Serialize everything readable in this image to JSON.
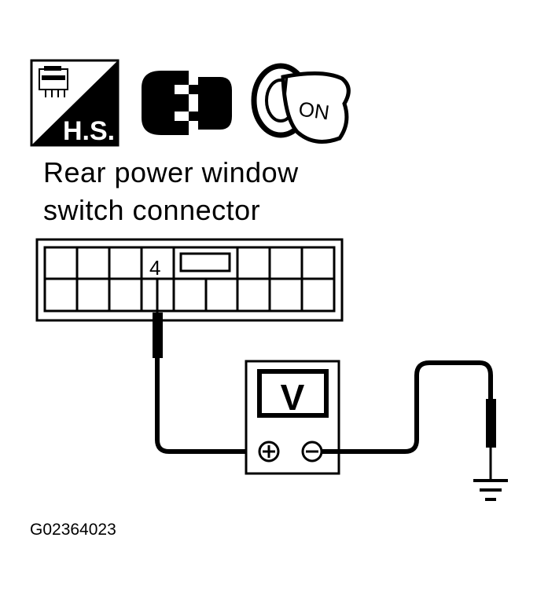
{
  "icons": {
    "harness_side_badge": "H.S.",
    "ignition_state": "ON"
  },
  "title": {
    "line1": "Rear power window",
    "line2": "switch connector"
  },
  "connector": {
    "pin_label": "4"
  },
  "meter": {
    "symbol": "V"
  },
  "figure_id": "G02364023"
}
